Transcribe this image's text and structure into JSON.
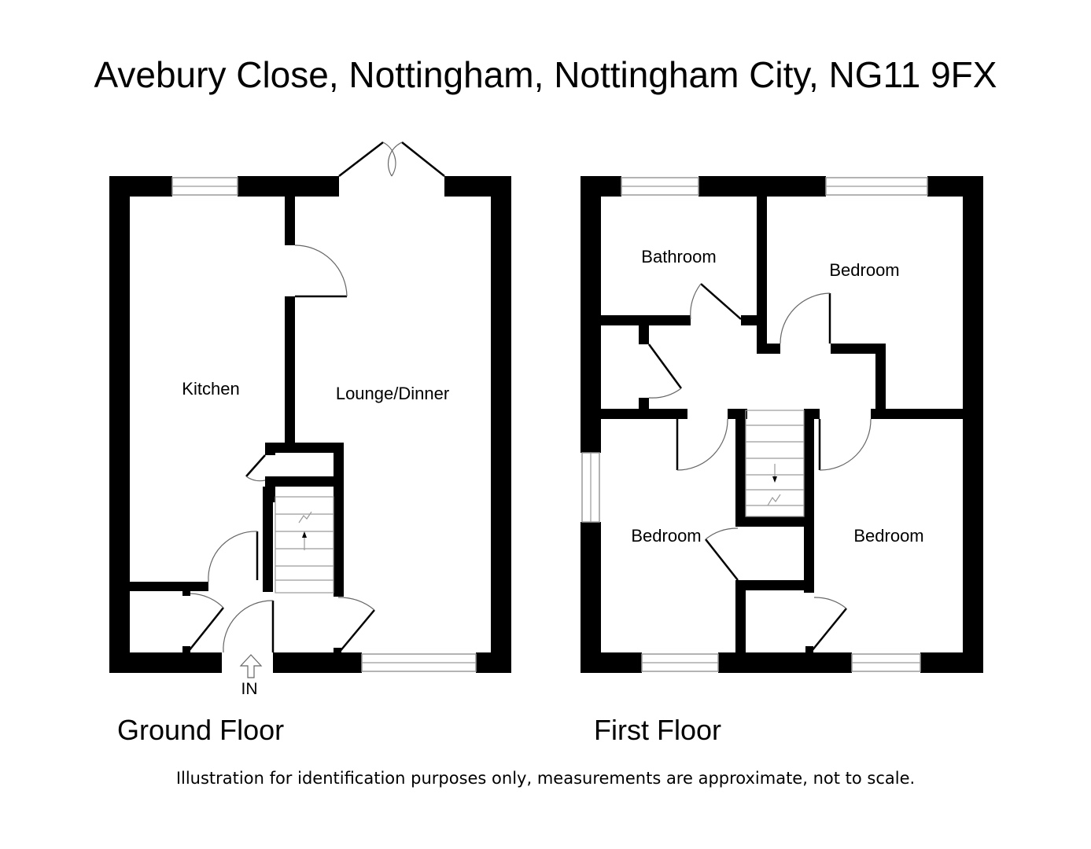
{
  "title": "Avebury Close, Nottingham, Nottingham City, NG11 9FX",
  "floors": [
    {
      "label": "Ground Floor",
      "rooms": [
        "Kitchen",
        "Lounge/Dinner"
      ],
      "entrance": "IN"
    },
    {
      "label": "First Floor",
      "rooms": [
        "Bathroom",
        "Bedroom",
        "Bedroom",
        "Bedroom"
      ]
    }
  ],
  "disclaimer": "Illustration for identification purposes only, measurements are approximate, not to scale."
}
